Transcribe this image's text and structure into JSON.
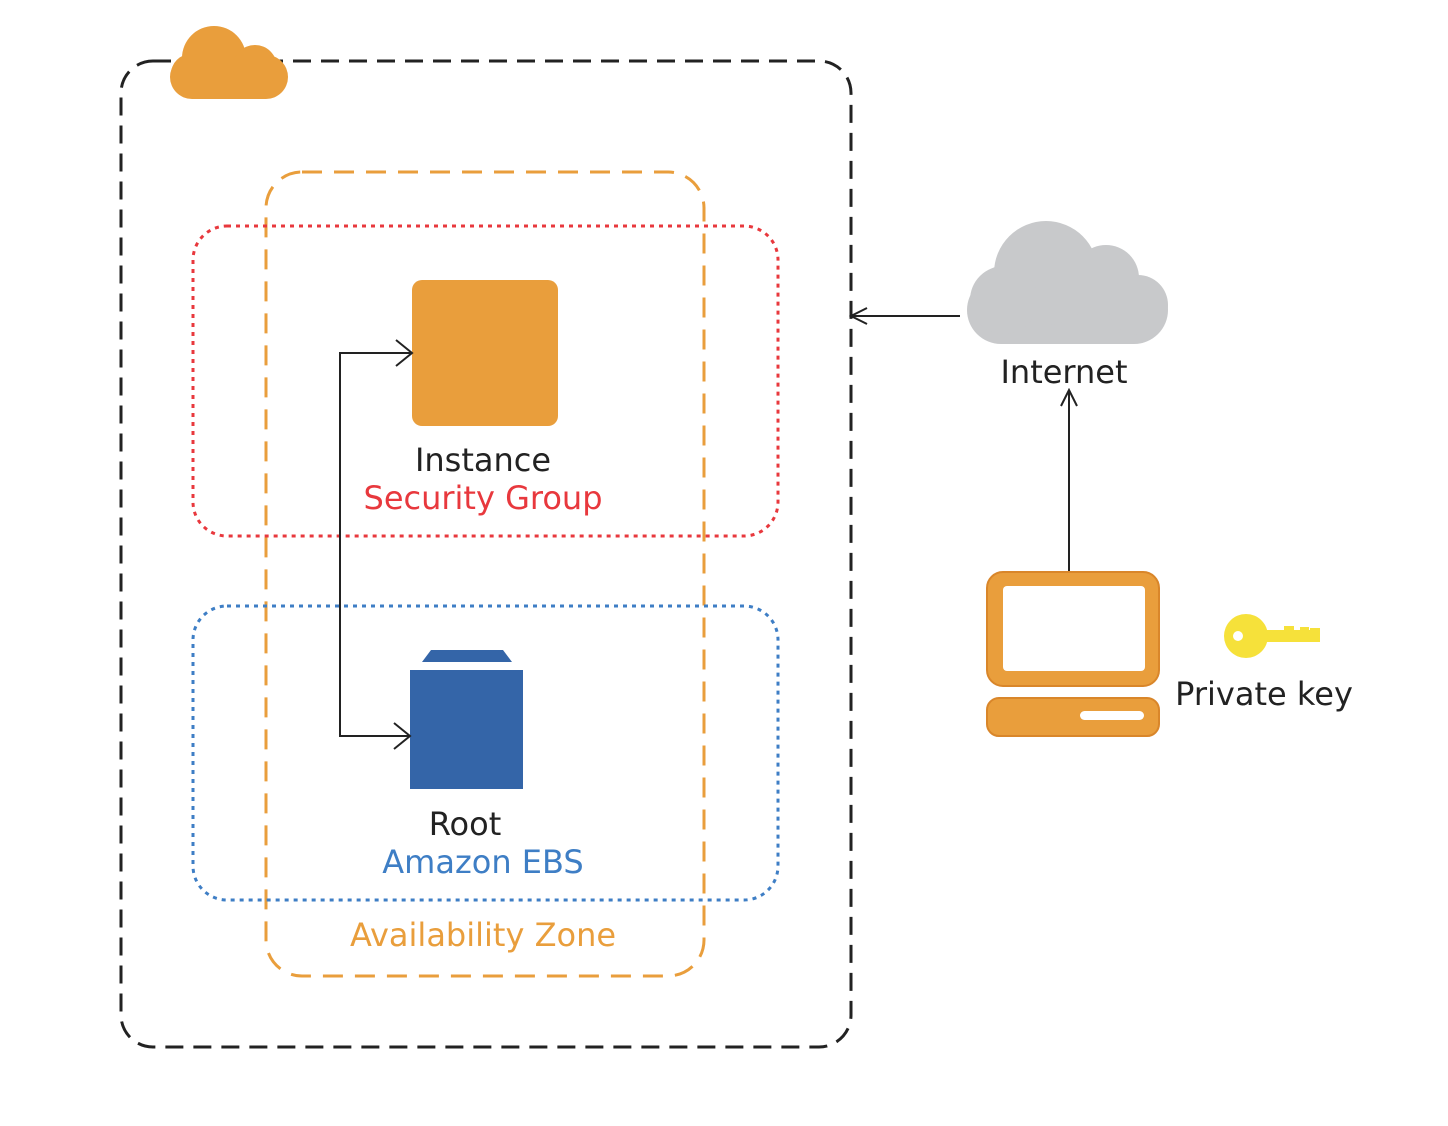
{
  "labels": {
    "instance": "Instance",
    "security_group": "Security Group",
    "root": "Root",
    "ebs": "Amazon EBS",
    "availability_zone": "Availability Zone",
    "internet": "Internet",
    "private_key": "Private key"
  },
  "colors": {
    "aws_orange": "#E99E3C",
    "security_red": "#E8383D",
    "ebs_blue": "#3E7EC5",
    "ebs_fill": "#3465A8",
    "cloud_gray": "#C8C9CB",
    "key_yellow": "#F6E13A",
    "text_dark": "#222222",
    "line_dark": "#222222"
  },
  "icons": {
    "aws_cloud": "aws-cloud-icon",
    "instance": "ec2-instance-icon",
    "ebs": "ebs-volume-icon",
    "internet": "internet-cloud-icon",
    "computer": "computer-icon",
    "key": "key-icon"
  }
}
